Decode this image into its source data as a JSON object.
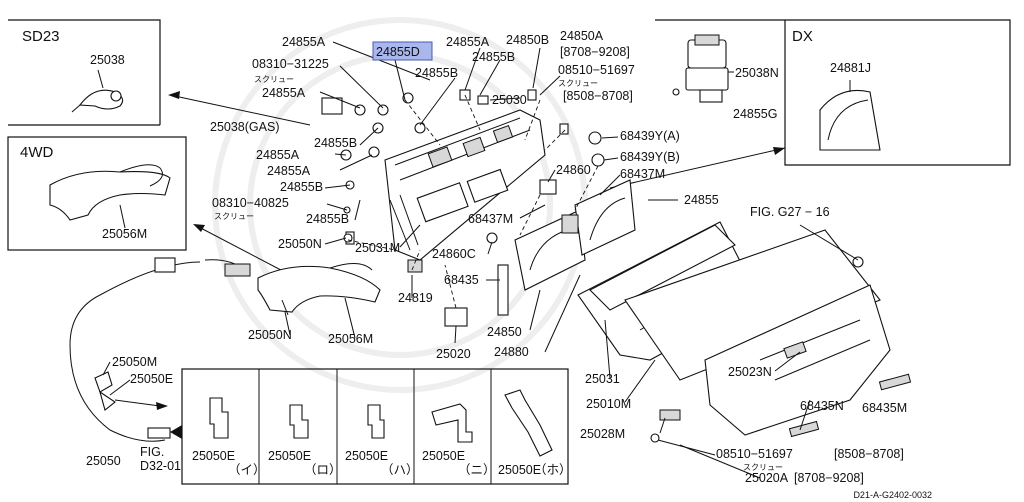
{
  "highlight": {
    "label": "24855D",
    "color": "#a9b7ec"
  },
  "insets": {
    "sd23": {
      "title": "SD23",
      "part": "25038"
    },
    "fourwd": {
      "title": "4WD",
      "part": "25056M"
    },
    "dx": {
      "title": "DX",
      "parts": [
        "25038N",
        "24855G",
        "24881J"
      ]
    }
  },
  "labels": {
    "l24855A_1": "24855A",
    "l24855A_2": "24855A",
    "l24855A_3": "24855A",
    "l24855A_4": "24855A",
    "l24855A_5": "24855A",
    "l24850B": "24850B",
    "l24850A": "24850A",
    "l8708_9208a": "[8708−9208]",
    "l08510_51697a": "08510−51697",
    "l8508_8708a": "[8508−8708]",
    "l08310_31225": "08310−31225",
    "l24855B_1": "24855B",
    "l24855B_2": "24855B",
    "l24855B_3": "24855B",
    "l24855B_4": "24855B",
    "l24855B_5": "24855B",
    "l25030": "25030",
    "l25038gas": "25038(GAS)",
    "l68439YA": "68439Y(A)",
    "l68439YB": "68439Y(B)",
    "l68437M_1": "68437M",
    "l68437M_2": "68437M",
    "l24860": "24860",
    "l24860C": "24860C",
    "l08310_40825": "08310−40825",
    "l25050N_1": "25050N",
    "l25050N_2": "25050N",
    "l25031M": "25031M",
    "l24855": "24855",
    "l68435": "68435",
    "l24819": "24819",
    "l25056M": "25056M",
    "l25020": "25020",
    "l24850": "24850",
    "l24880": "24880",
    "l25050M": "25050M",
    "l25050E_main": "25050E",
    "l25031": "25031",
    "l25010M": "25010M",
    "l25023N": "25023N",
    "l68435N": "68435N",
    "l68435M": "68435M",
    "l25028M": "25028M",
    "l08510_51697b": "08510−51697",
    "l8508_8708b": "[8508−8708]",
    "l25020A": "25020A",
    "l8708_9208b": "[8708−9208]",
    "l25050": "25050",
    "lfig_g27": "FIG. G27 − 16",
    "lfig_d32_a": "FIG.",
    "lfig_d32_b": "D32-01",
    "screw": "スクリュー"
  },
  "bottom_strip": [
    {
      "part": "25050E",
      "variant": "（イ）"
    },
    {
      "part": "25050E",
      "variant": "（ロ）"
    },
    {
      "part": "25050E",
      "variant": "（ハ）"
    },
    {
      "part": "25050E",
      "variant": "（ニ）"
    },
    {
      "part": "25050E",
      "variant": "（ホ）"
    }
  ],
  "footer_code": "D21-A-G2402-0032"
}
